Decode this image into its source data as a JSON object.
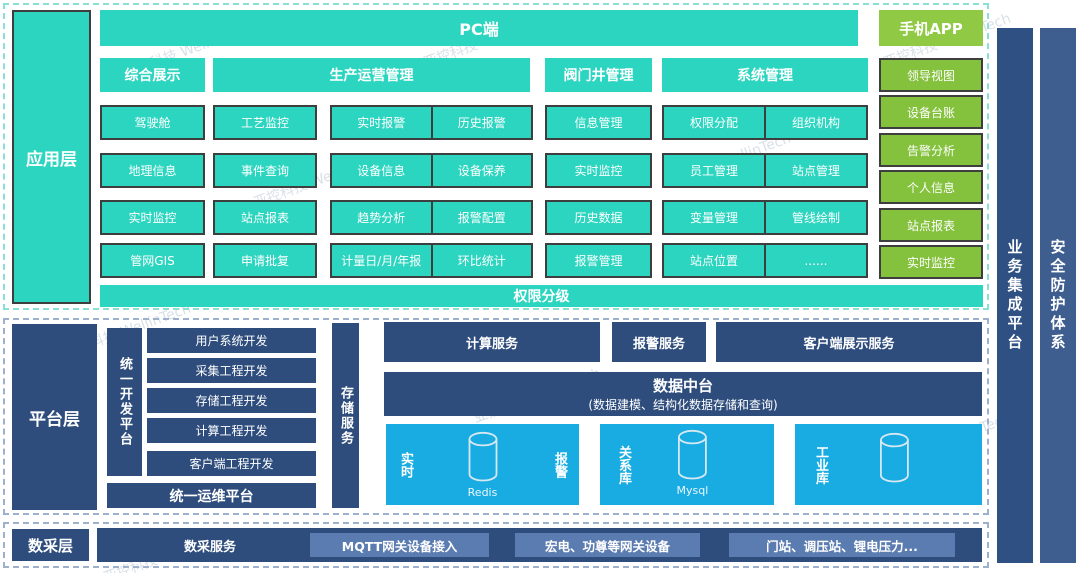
{
  "watermark": "亚控科技 WellinTech",
  "colors": {
    "teal": "#2cd5bf",
    "green_header": "#90ca44",
    "green_button": "#84c13d",
    "navy": "#2e4d7d",
    "bright_blue": "#19ace2",
    "light_blue_button": "#5b7cb0",
    "sidebar_blue_1": "#2e5082",
    "sidebar_blue_2": "#3e5e90"
  },
  "app_layer": {
    "label": "应用层",
    "pc_title": "PC端",
    "mobile_title": "手机APP",
    "permission_bar": "权限分级",
    "sections": {
      "integrated": "综合展示",
      "production": "生产运营管理",
      "valve": "阀门井管理",
      "system": "系统管理"
    },
    "integrated_items": [
      "驾驶舱",
      "地理信息",
      "实时监控",
      "管网GIS"
    ],
    "production_col1": [
      "工艺监控",
      "事件查询",
      "站点报表",
      "申请批复"
    ],
    "production_col2": [
      "实时报警",
      "设备信息",
      "趋势分析",
      "计量日/月/年报"
    ],
    "production_col3": [
      "历史报警",
      "设备保养",
      "报警配置",
      "环比统计"
    ],
    "valve_items": [
      "信息管理",
      "实时监控",
      "历史数据",
      "报警管理"
    ],
    "system_col1": [
      "权限分配",
      "员工管理",
      "变量管理",
      "站点位置"
    ],
    "system_col2": [
      "组织机构",
      "站点管理",
      "管线绘制",
      "......"
    ],
    "mobile_items": [
      "领导视图",
      "设备台账",
      "告警分析",
      "个人信息",
      "站点报表",
      "实时监控"
    ]
  },
  "platform_layer": {
    "label": "平台层",
    "dev_platform": "统一开发平台",
    "dev_items": [
      "用户系统开发",
      "采集工程开发",
      "存储工程开发",
      "计算工程开发",
      "客户端工程开发"
    ],
    "ops_platform": "统一运维平台",
    "storage_service": "存储服务",
    "services": [
      "计算服务",
      "报警服务",
      "客户端展示服务"
    ],
    "data_middle": {
      "title": "数据中台",
      "subtitle": "(数据建模、结构化数据存储和查询)"
    },
    "databases": [
      {
        "left_label": "实时",
        "right_label": "报警",
        "db_name": "Redis"
      },
      {
        "left_label": "关系库",
        "db_name": "Mysql"
      },
      {
        "left_label": "工业库",
        "db_name": ""
      }
    ]
  },
  "data_layer": {
    "label": "数采层",
    "service": "数采服务",
    "items": [
      "MQTT网关设备接入",
      "宏电、功尊等网关设备",
      "门站、调压站、锂电压力..."
    ]
  },
  "side_bars": [
    {
      "label": "业务集成平台"
    },
    {
      "label": "安全防护体系"
    }
  ]
}
